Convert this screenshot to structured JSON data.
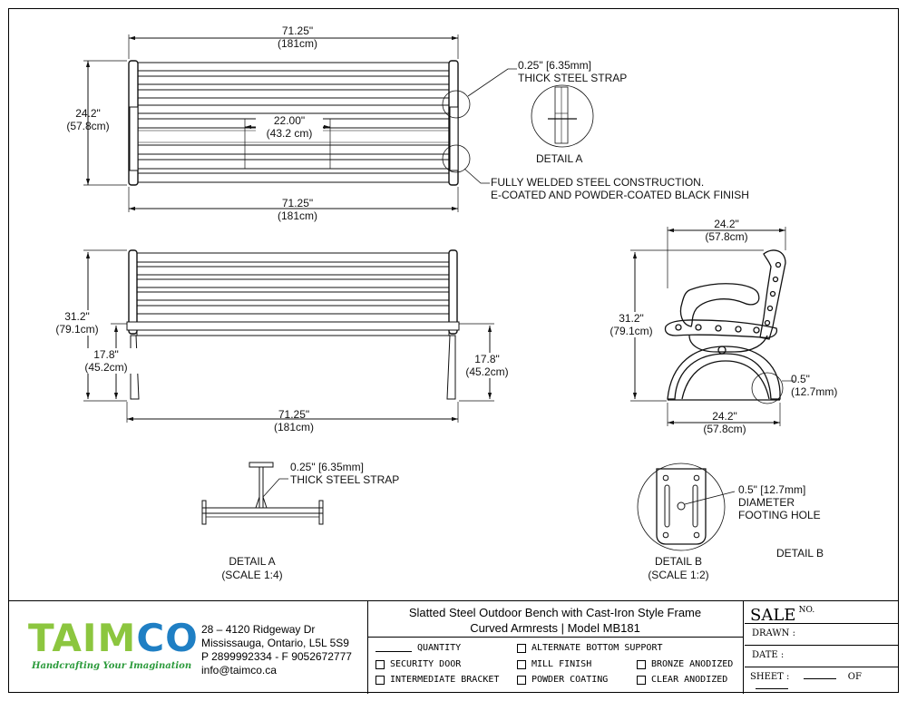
{
  "dims": {
    "top_width": "71.25\"\n(181cm)",
    "top_bottom_width": "71.25\"\n(181cm)",
    "top_depth": "24.2\"\n(57.8cm)",
    "inner_span": "22.00\"\n(43.2 cm)",
    "front_height": "31.2\"\n(79.1cm)",
    "front_seat_left": "17.8\"\n(45.2cm)",
    "front_seat_right": "17.8\"\n(45.2cm)",
    "front_width": "71.25\"\n(181cm)",
    "side_top_width": "24.2\"\n(57.8cm)",
    "side_height": "31.2\"\n(79.1cm)",
    "side_foot": "0.5\"\n(12.7mm)",
    "side_bottom_width": "24.2\"\n(57.8cm)"
  },
  "notes": {
    "strap_top": "0.25\" [6.35mm]\nTHICK STEEL STRAP",
    "welded": "FULLY WELDED STEEL CONSTRUCTION.\nE-COATED AND POWDER-COATED BLACK FINISH",
    "detail_a_small": "DETAIL A",
    "strap_detail": "0.25\" [6.35mm]\nTHICK STEEL STRAP",
    "footing": "0.5\" [12.7mm]\nDIAMETER\nFOOTING HOLE"
  },
  "labels": {
    "detail_a": "DETAIL A\n(SCALE 1:4)",
    "detail_b": "DETAIL B\n(SCALE 1:2)",
    "detail_b_side": "DETAIL B"
  },
  "title_block": {
    "company": "TAIMCO",
    "tagline": "Handcrafting Your Imagination",
    "address": [
      "28 – 4120 Ridgeway Dr",
      "Mississauga, Ontario, L5L 5S9",
      "P 2899992334 - F 9052672777",
      "info@taimco.ca"
    ],
    "title_line1": "Slatted Steel Outdoor Bench with Cast-Iron Style Frame",
    "title_line2": "Curved Armrests  | Model MB181",
    "quantity": "QUANTITY",
    "options": {
      "alt_bottom": "ALTERNATE BOTTOM SUPPORT",
      "security_door": "SECURITY DOOR",
      "mill_finish": "MILL FINISH",
      "bronze": "BRONZE ANODIZED",
      "intermediate": "INTERMEDIATE BRACKET",
      "powder": "POWDER COATING",
      "clear": "CLEAR ANODIZED"
    },
    "sale": "SALE",
    "sale_no": "NO.",
    "drawn": "DRAWN :",
    "date": "DATE :",
    "sheet": "SHEET :",
    "of": "OF"
  },
  "colors": {
    "logo_green": "#8cc63f",
    "logo_blue": "#1f7fc4",
    "tagline_green": "#2a9a3a"
  }
}
